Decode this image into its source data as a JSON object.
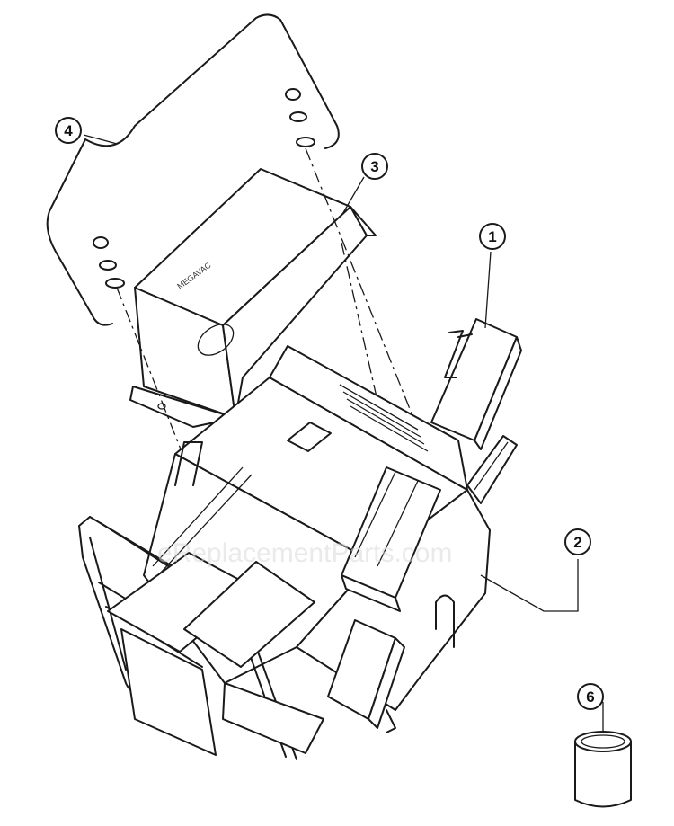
{
  "diagram": {
    "callouts": [
      {
        "id": "1",
        "label": "1"
      },
      {
        "id": "2",
        "label": "2"
      },
      {
        "id": "3",
        "label": "3"
      },
      {
        "id": "4",
        "label": "4"
      },
      {
        "id": "6",
        "label": "6"
      }
    ],
    "watermark": "eReplacementParts.com",
    "cover_brand_text": "MEGAVAC"
  }
}
